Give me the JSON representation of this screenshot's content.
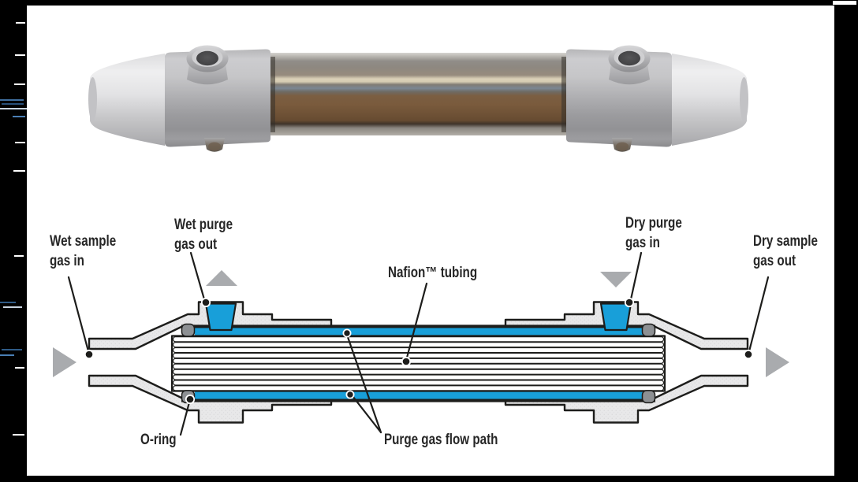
{
  "figure": {
    "subject": "Nafion gas dryer — exterior view and cutaway cross-section"
  },
  "colors": {
    "frame_black": "#000000",
    "canvas_white": "#ffffff",
    "purge_blue": "#189fd9",
    "body_gray": "#e8e8e9",
    "outline": "#1d1d1b",
    "oring_gray": "#8d9093",
    "arrow_gray": "#a9abae",
    "label_text": "#262626"
  },
  "diagram": {
    "labels": {
      "wet_sample": {
        "line1": "Wet sample",
        "line2": "gas in"
      },
      "wet_purge": {
        "line1": "Wet purge",
        "line2": "gas out"
      },
      "nafion": {
        "text": "Nafion™ tubing"
      },
      "dry_purge": {
        "line1": "Dry purge",
        "line2": "gas in"
      },
      "dry_sample": {
        "line1": "Dry sample",
        "line2": "gas out"
      },
      "o_ring": {
        "text": "O-ring"
      },
      "purge_path": {
        "text": "Purge gas flow path"
      }
    },
    "flow_arrows": [
      "left-inlet-arrow",
      "wet-purge-up-arrow",
      "dry-purge-down-arrow",
      "right-outlet-arrow"
    ]
  }
}
